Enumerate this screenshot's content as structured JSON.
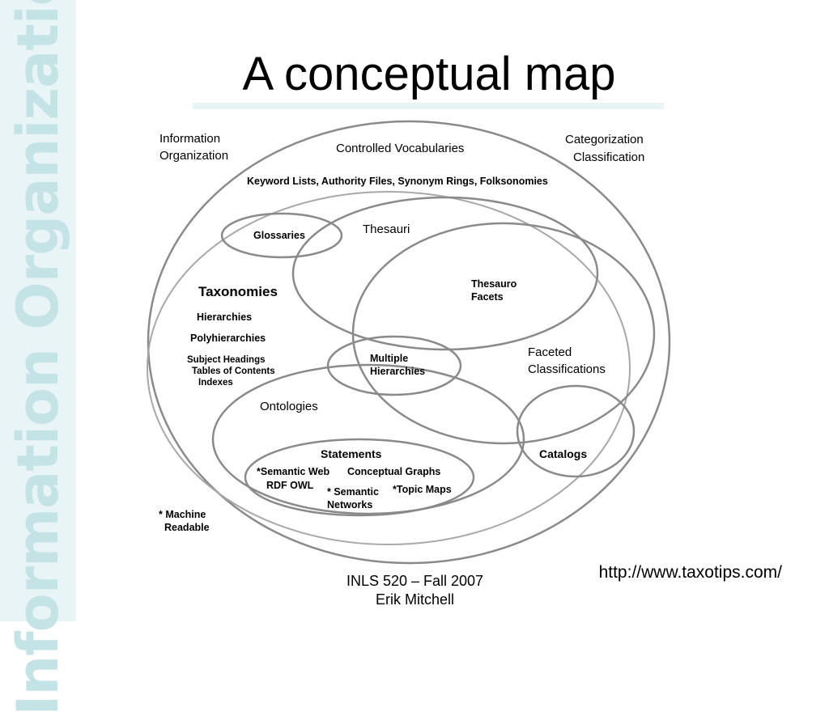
{
  "sidebar": {
    "text": "Information Organization"
  },
  "slide": {
    "title": "A conceptual map",
    "footer_line1": "INLS 520 – Fall 2007",
    "footer_line2": "Erik Mitchell",
    "url": "http://www.taxotips.com/"
  },
  "diagram": {
    "information_organization": [
      "Information",
      "Organization"
    ],
    "categorization": "Categorization",
    "classification": "Classification",
    "controlled_vocabularies": "Controlled Vocabularies",
    "keyword_lists": "Keyword Lists, Authority Files, Synonym Rings, Folksonomies",
    "glossaries": "Glossaries",
    "thesauri": "Thesauri",
    "thesauro_facets": [
      "Thesauro",
      "Facets"
    ],
    "taxonomies": "Taxonomies",
    "hierarchies": "Hierarchies",
    "polyhierarchies": "Polyhierarchies",
    "subject_headings": "Subject Headings",
    "tables_of_contents": "Tables of Contents",
    "indexes": "Indexes",
    "multiple_hierarchies": [
      "Multiple",
      "Hierarchies"
    ],
    "faceted_classifications": [
      "Faceted",
      "Classifications"
    ],
    "ontologies": "Ontologies",
    "catalogs": "Catalogs",
    "statements": "Statements",
    "semantic_web": "*Semantic Web",
    "rdf_owl": "RDF  OWL",
    "conceptual_graphs": "Conceptual Graphs",
    "semantic_networks": [
      "* Semantic",
      "Networks"
    ],
    "topic_maps": "*Topic Maps",
    "machine_readable": [
      "* Machine",
      "Readable"
    ]
  }
}
